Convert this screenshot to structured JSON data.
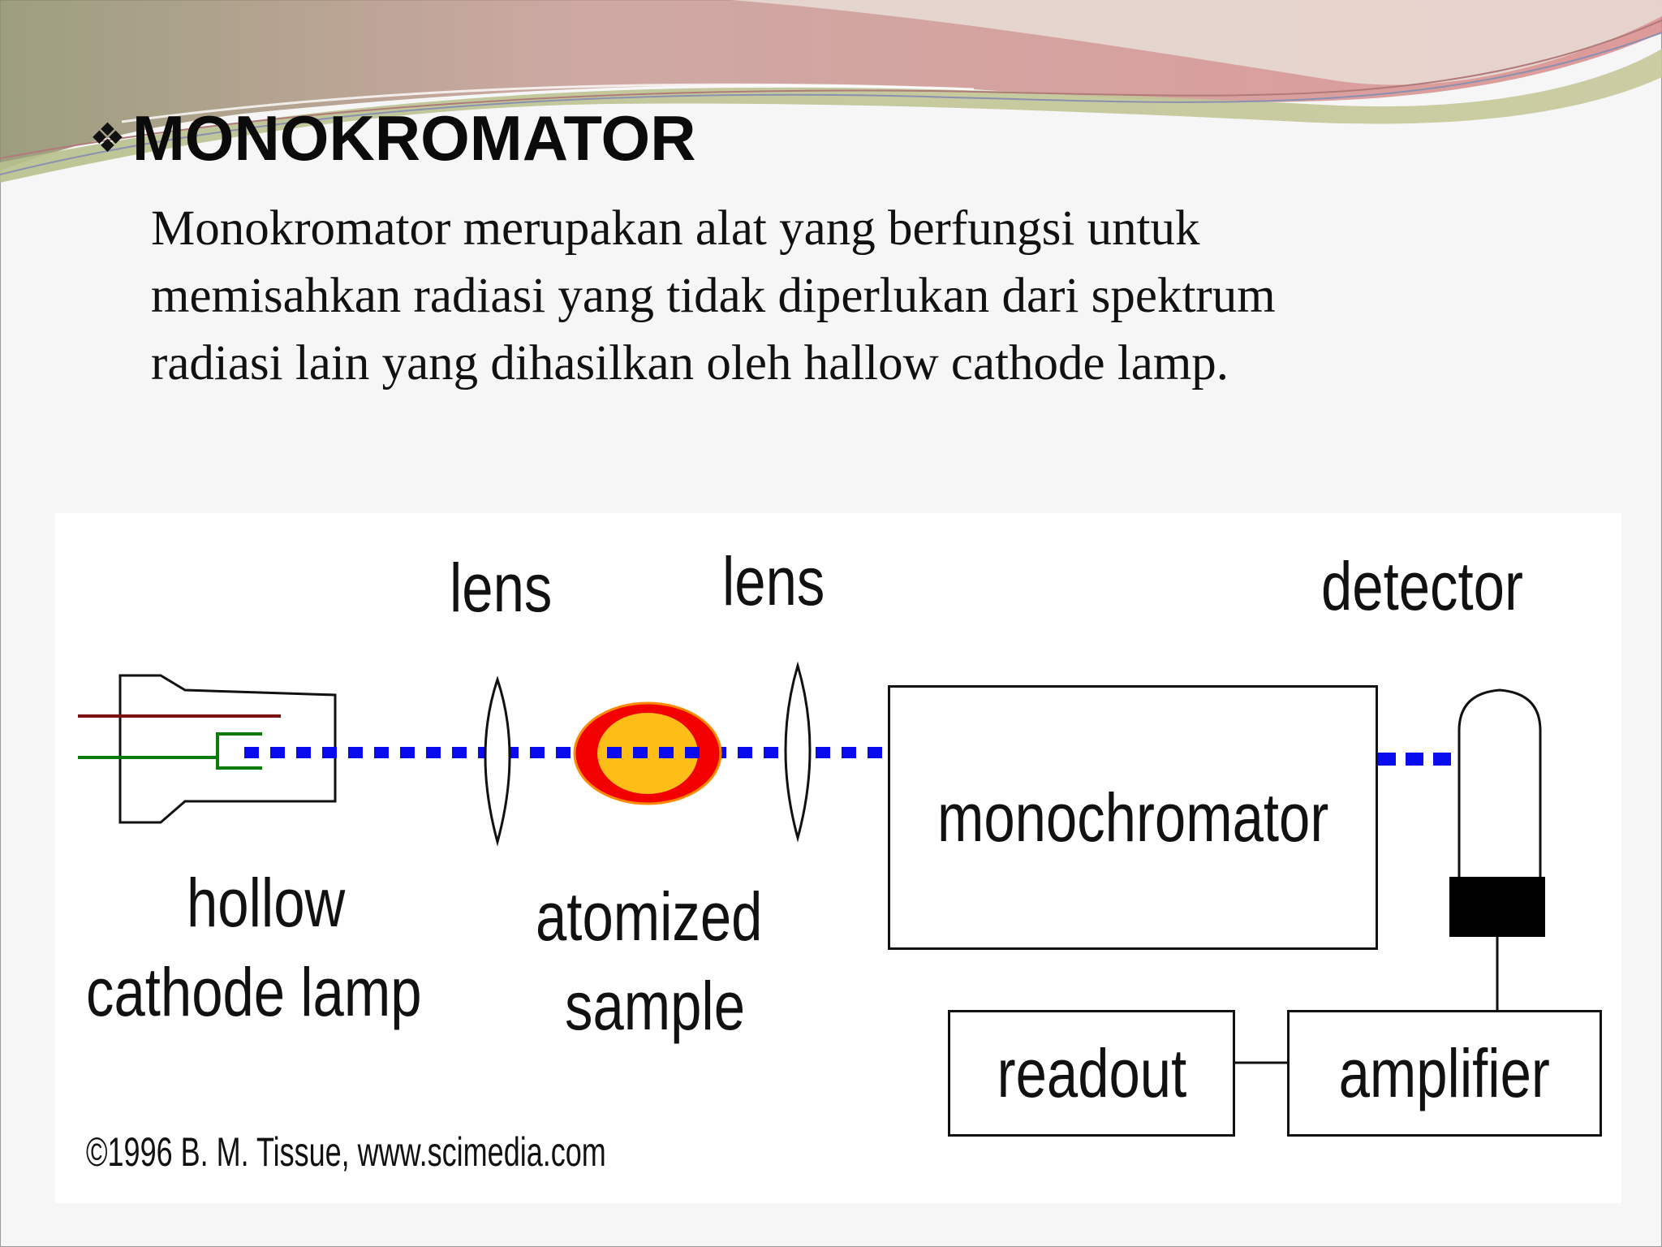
{
  "slide": {
    "bullet": "❖",
    "title": "MONOKROMATOR",
    "lines": [
      "Monokromator merupakan alat yang berfungsi untuk",
      "memisahkan radiasi yang tidak diperlukan dari spektrum",
      "radiasi lain yang dihasilkan oleh hallow cathode lamp."
    ]
  },
  "diagram": {
    "lens_label_1": "lens",
    "lens_label_2": "lens",
    "detector_label": "detector",
    "lamp_label_1": "hollow",
    "lamp_label_2": "cathode lamp",
    "sample_label_1": "atomized",
    "sample_label_2": "sample",
    "monochromator_label": "monochromator",
    "readout_label": "readout",
    "amplifier_label": "amplifier",
    "copyright": "©1996 B. M. Tissue, www.scimedia.com"
  },
  "colors": {
    "beam": "#0a0aee",
    "sample_outer": "#f20000",
    "sample_inner": "#ffd21a",
    "wire_red": "#7a1010",
    "wire_green": "#0a7a0a"
  }
}
